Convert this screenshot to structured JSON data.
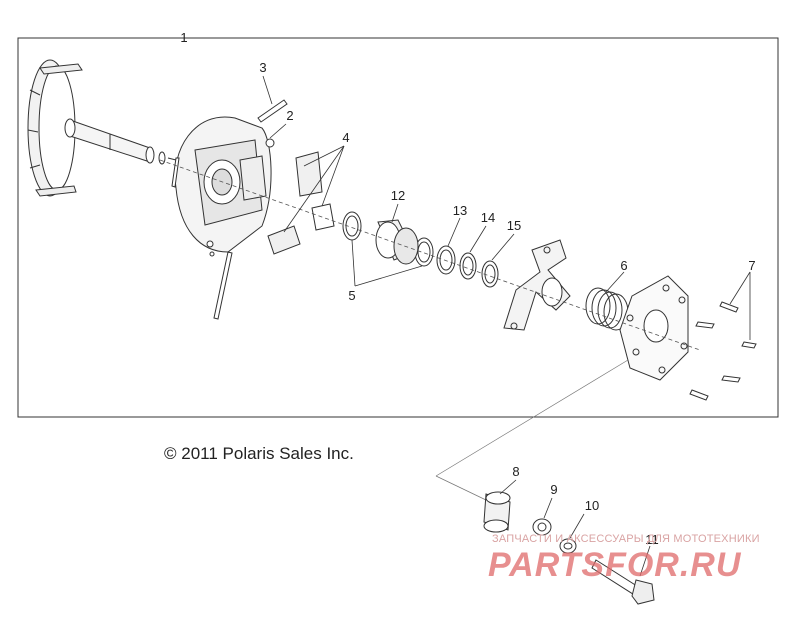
{
  "diagram": {
    "callouts": [
      {
        "id": "1",
        "text": "1"
      },
      {
        "id": "2",
        "text": "2"
      },
      {
        "id": "3",
        "text": "3"
      },
      {
        "id": "4",
        "text": "4"
      },
      {
        "id": "5",
        "text": "5"
      },
      {
        "id": "6",
        "text": "6"
      },
      {
        "id": "7",
        "text": "7"
      },
      {
        "id": "8",
        "text": "8"
      },
      {
        "id": "9",
        "text": "9"
      },
      {
        "id": "10",
        "text": "10"
      },
      {
        "id": "11",
        "text": "11"
      },
      {
        "id": "12",
        "text": "12"
      },
      {
        "id": "13",
        "text": "13"
      },
      {
        "id": "14",
        "text": "14"
      },
      {
        "id": "15",
        "text": "15"
      }
    ],
    "copyright": "© 2011 Polaris Sales Inc.",
    "watermark": {
      "tagline": "ЗАПЧАСТИ И АКСЕССУАРЫ ДЛЯ МОТОТЕХНИКИ",
      "brand": "PARTSFOR.RU"
    }
  }
}
